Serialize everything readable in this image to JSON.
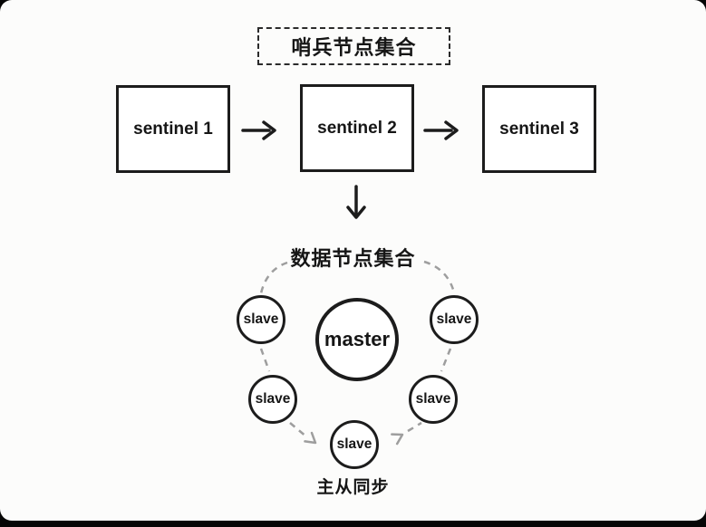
{
  "colors": {
    "page_bg": "#060606",
    "card_bg": "#fcfcfb",
    "outline": "#1c1c1c",
    "dashed": "#9e9e9e"
  },
  "sentinel_group": {
    "title": "哨兵节点集合",
    "nodes": [
      {
        "label": "sentinel 1"
      },
      {
        "label": "sentinel 2"
      },
      {
        "label": "sentinel 3"
      }
    ]
  },
  "data_group": {
    "title": "数据节点集合",
    "master_label": "master",
    "slave_labels": [
      "slave",
      "slave",
      "slave",
      "slave",
      "slave"
    ],
    "caption": "主从同步"
  }
}
